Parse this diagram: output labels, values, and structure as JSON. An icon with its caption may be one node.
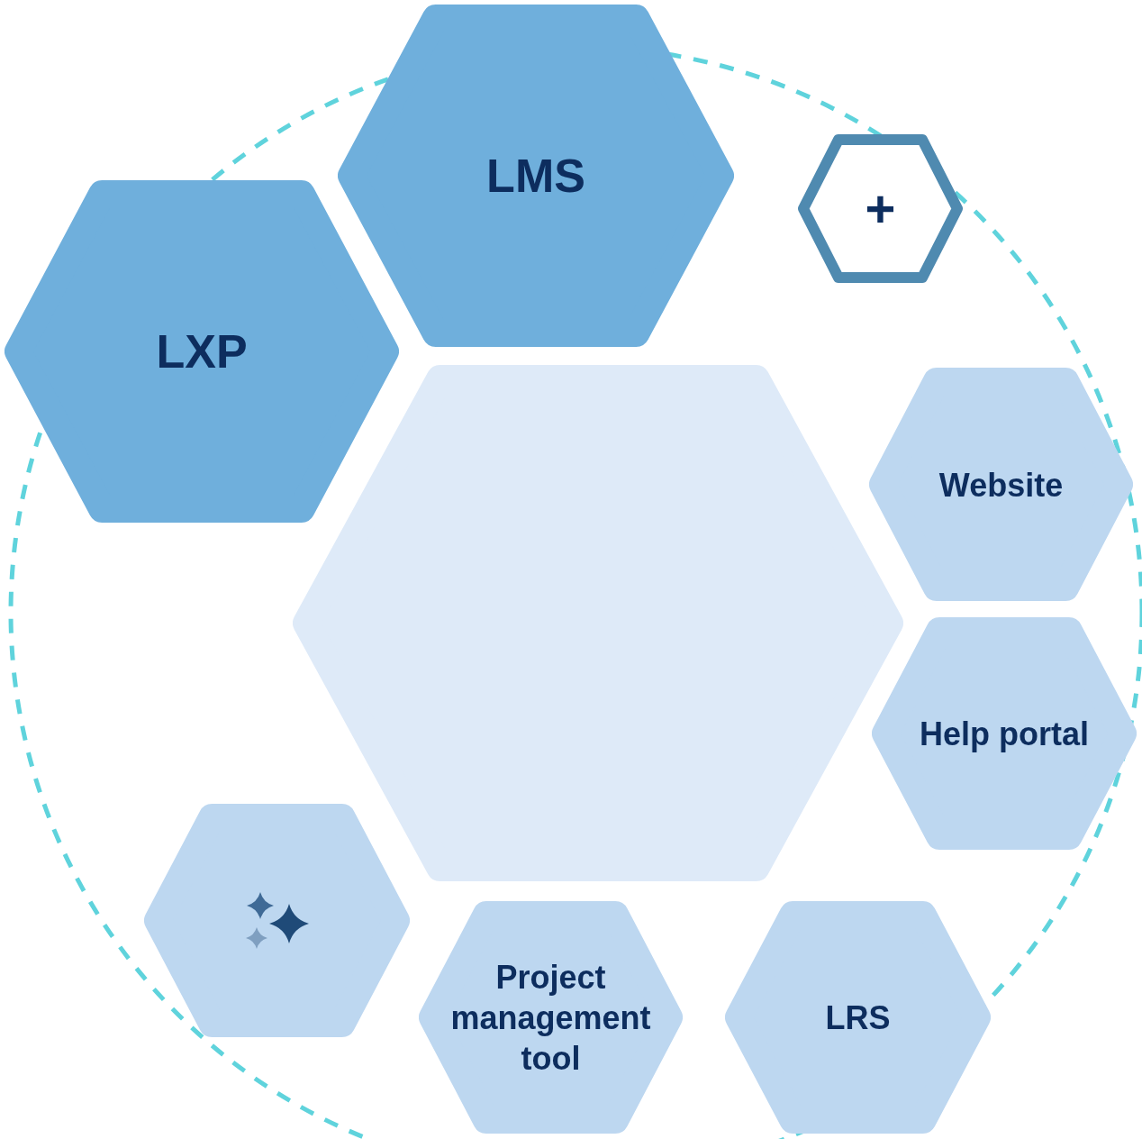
{
  "diagram": {
    "nodes": [
      {
        "text": [
          "LMS"
        ]
      },
      {
        "text": [
          "+"
        ]
      },
      {
        "text": [
          "LXP"
        ]
      },
      {
        "text": [],
        "shape": "hexagon"
      },
      {
        "text": [
          "Website"
        ]
      },
      {
        "text": [
          "Help portal"
        ]
      },
      {
        "text": [],
        "shape": "hexagon"
      },
      {
        "text": [
          "Project management tool"
        ]
      },
      {
        "text": [
          "LRS"
        ]
      }
    ]
  }
}
